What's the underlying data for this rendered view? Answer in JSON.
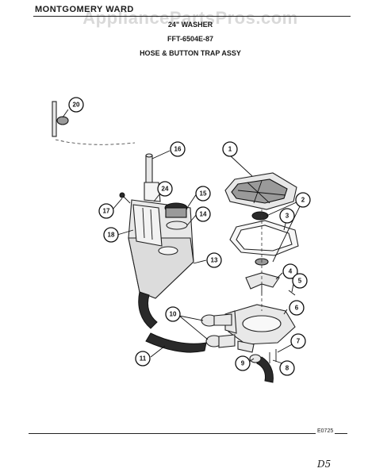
{
  "header": {
    "brand": "MONTGOMERY WARD",
    "line1": "24\" WASHER",
    "line2": "FFT-6504E-87",
    "line3": "HOSE & BUTTON TRAP ASSY"
  },
  "watermark": "AppliancePartsPros.com",
  "callouts": {
    "c1": "1",
    "c2": "2",
    "c3": "3",
    "c4": "4",
    "c5": "5",
    "c6": "6",
    "c7": "7",
    "c8": "8",
    "c9": "9",
    "c10": "10",
    "c11": "11",
    "c13": "13",
    "c14": "14",
    "c15": "15",
    "c16": "16",
    "c17": "17",
    "c18": "18",
    "c20": "20",
    "c24": "24"
  },
  "footer": {
    "code": "E0725",
    "page_mark": "D5"
  }
}
